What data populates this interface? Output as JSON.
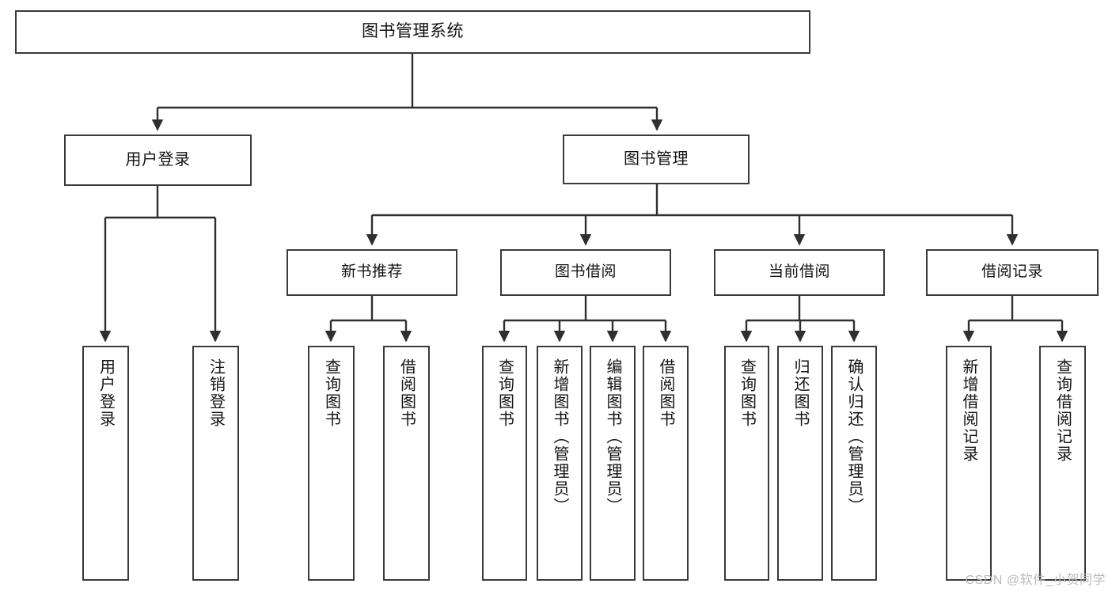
{
  "diagram": {
    "type": "tree-hierarchy-functional-decomposition",
    "line_color": "#3a3a3a",
    "box_fill": "#ffffff",
    "text_color": "#141414",
    "root": {
      "label": "图书管理系统"
    },
    "level1": [
      {
        "label": "用户登录"
      },
      {
        "label": "图书管理"
      }
    ],
    "level2": [
      {
        "label": "新书推荐"
      },
      {
        "label": "图书借阅"
      },
      {
        "label": "当前借阅"
      },
      {
        "label": "借阅记录"
      }
    ],
    "leaves": {
      "user_login": [
        {
          "label": "用户登录"
        },
        {
          "label": "注销登录"
        }
      ],
      "new_book_recommend": [
        {
          "label": "查询图书"
        },
        {
          "label": "借阅图书"
        }
      ],
      "book_borrow": [
        {
          "label": "查询图书"
        },
        {
          "label": "新增图书（管理员）"
        },
        {
          "label": "编辑图书（管理员）"
        },
        {
          "label": "借阅图书"
        }
      ],
      "current_borrow": [
        {
          "label": "查询图书"
        },
        {
          "label": "归还图书"
        },
        {
          "label": "确认归还（管理员）"
        }
      ],
      "borrow_record": [
        {
          "label": "新增借阅记录"
        },
        {
          "label": "查询借阅记录"
        }
      ]
    }
  },
  "watermark": {
    "text": "CSDN @软件_小贺同学",
    "color": "#b9b9b9"
  }
}
